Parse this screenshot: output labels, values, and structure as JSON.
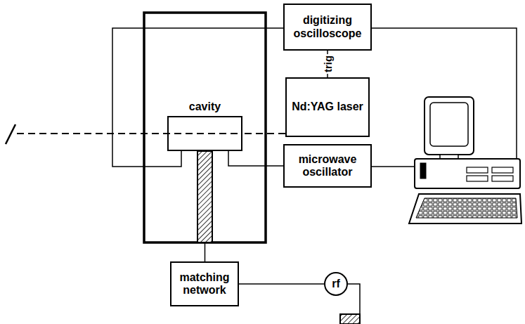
{
  "diagram": {
    "nodes": [
      {
        "text": [
          "digitizing oscilloscope"
        ]
      },
      {
        "text": [
          "cavity"
        ]
      },
      {
        "text": [
          "Nd:YAG laser"
        ]
      },
      {
        "text": [
          "microwave oscillator"
        ]
      },
      {
        "text": [
          "matching network"
        ]
      },
      {
        "text": [
          "rf"
        ]
      }
    ],
    "edges": [
      {
        "from": 0,
        "to": 2,
        "arrow": "none",
        "label": "trig"
      },
      {
        "from": 2,
        "to": 1,
        "arrow": "none"
      },
      {
        "from": 3,
        "to": 1,
        "arrow": "none"
      },
      {
        "from": 0,
        "to": 1,
        "arrow": "none"
      },
      {
        "from": 1,
        "to": 4,
        "arrow": "none"
      },
      {
        "from": 4,
        "to": 5,
        "arrow": "none"
      }
    ]
  }
}
